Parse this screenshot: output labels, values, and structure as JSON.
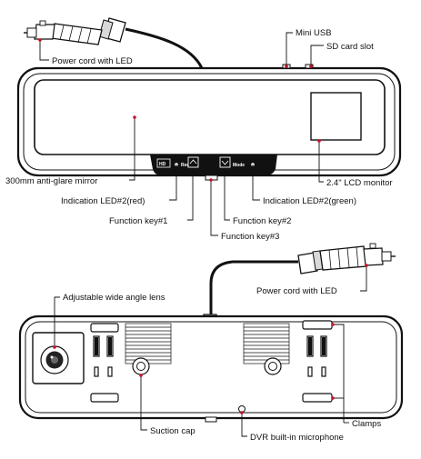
{
  "labels": {
    "power_cord_top": "Power cord with LED",
    "mini_usb": "Mini USB",
    "sd_card_slot": "SD card slot",
    "anti_glare_mirror": "300mm anti-glare mirror",
    "lcd_monitor": "2.4\" LCD monitor",
    "indication_led_red": "Indication LED#2(red)",
    "indication_led_green": "Indication LED#2(green)",
    "function_key_1": "Function key#1",
    "function_key_2": "Function key#2",
    "function_key_3": "Function key#3",
    "power_cord_bottom": "Power cord with LED",
    "wide_angle_lens": "Adjustable wide angle lens",
    "suction_cap": "Suction cap",
    "microphone": "DVR built-in microphone",
    "clamps": "Clamps"
  },
  "panel": {
    "hd_badge": "HD",
    "rec_label": "Rec",
    "mode_label": "Mode"
  },
  "colors": {
    "marker": "#c8102e",
    "outline": "#111111",
    "panel": "#111111"
  }
}
